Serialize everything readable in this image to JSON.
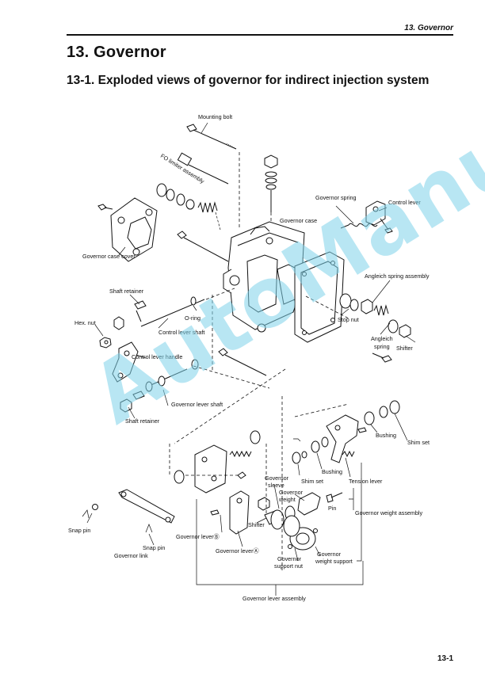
{
  "header": {
    "chapter": "13. Governor"
  },
  "title": "13.  Governor",
  "subtitle": "13-1.  Exploded views of governor for indirect injection system",
  "watermark": "AutoManual",
  "page_number": "13-1",
  "labels": {
    "mounting_bolt": "Mounting bolt",
    "fo_limiter": "FO limiter assembly",
    "governor_spring": "Governor spring",
    "control_lever": "Control lever",
    "governor_case": "Governor case",
    "governor_case_cover": "Governor case cover",
    "angleich_spring_assembly": "Angleich spring assembly",
    "shaft_retainer_top": "Shaft retainer",
    "o_ring": "O-ring",
    "hex_nut": "Hex. nut",
    "stop_nut": "Stop nut",
    "control_lever_shaft": "Control lever shaft",
    "angleich_spring_1": "Angleich",
    "angleich_spring_2": "spring",
    "shifter_right": "Shifter",
    "control_lever_handle": "Control lever handle",
    "governor_lever_shaft": "Governor lever shaft",
    "shaft_retainer_bottom": "Shaft retainer",
    "bushing_top": "Bushing",
    "shim_set_right": "Shim set",
    "bushing_bottom": "Bushing",
    "governor_sleeve_1": "Governor",
    "governor_sleeve_2": "sleeve",
    "shim_set_mid": "Shim set",
    "tension_lever": "Tension lever",
    "governor_weight_1": "Governor",
    "governor_weight_2": "weight",
    "pin": "Pin",
    "governor_weight_assembly": "Governor weight assembly",
    "snap_pin_left": "Snap pin",
    "shifter_mid": "Shifter",
    "governor_lever_b": "Governor leverⒷ",
    "snap_pin_mid": "Snap pin",
    "governor_link": "Governor link",
    "governor_lever_a": "Governor leverⒶ",
    "governor_support_nut_1": "Governor",
    "governor_support_nut_2": "support nut",
    "governor_weight_support_1": "Governor",
    "governor_weight_support_2": "weight support",
    "governor_lever_assembly": "Governor lever assembly"
  }
}
